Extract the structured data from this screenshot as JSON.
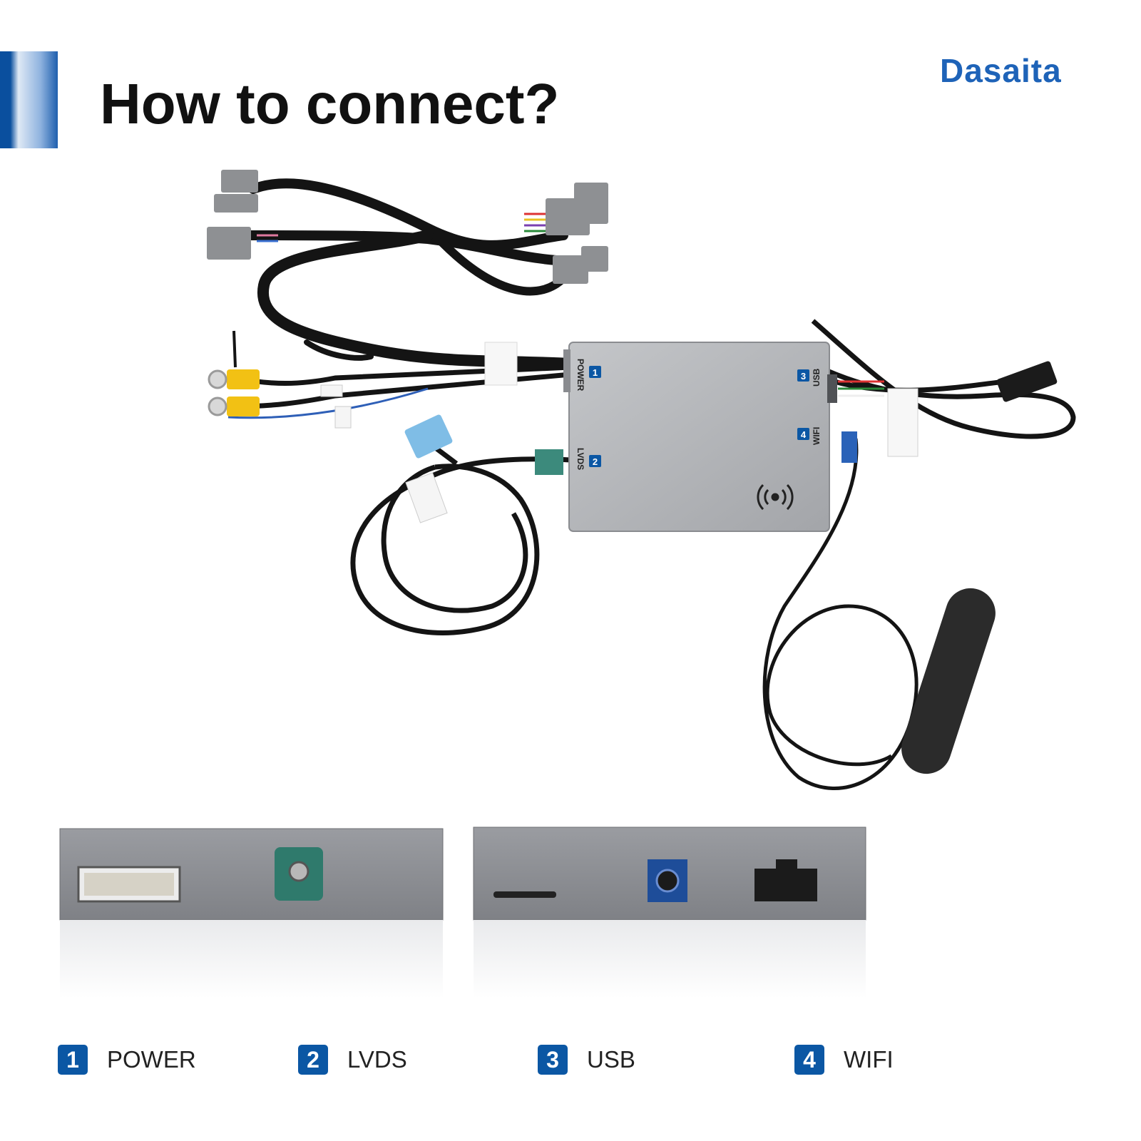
{
  "header": {
    "title": "How to connect?",
    "brand": "Dasaita"
  },
  "device": {
    "ports": [
      {
        "num": "1",
        "name": "POWER"
      },
      {
        "num": "2",
        "name": "LVDS"
      },
      {
        "num": "3",
        "name": "USB"
      },
      {
        "num": "4",
        "name": "WIFI"
      }
    ],
    "wireless_icon": "wireless-signal-icon"
  },
  "legend": {
    "items": [
      {
        "num": "1",
        "label": "POWER"
      },
      {
        "num": "2",
        "label": "LVDS"
      },
      {
        "num": "3",
        "label": "USB"
      },
      {
        "num": "4",
        "label": "WIFI"
      }
    ]
  },
  "colors": {
    "accent": "#0b57a4",
    "brand": "#1e63b8",
    "box": "#b3b5b8",
    "panel": "#8c8e93"
  }
}
